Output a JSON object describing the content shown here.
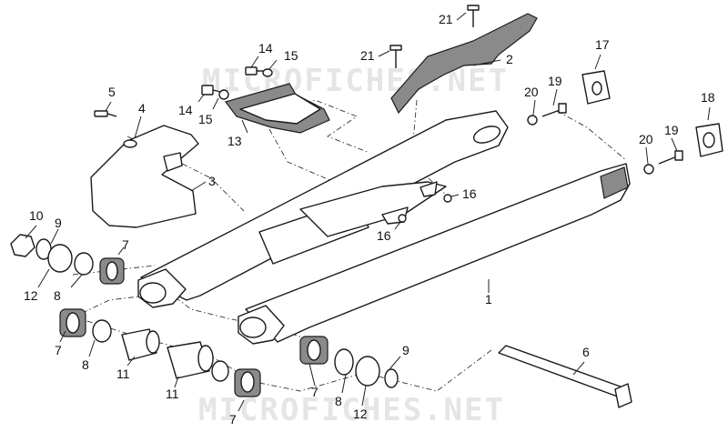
{
  "watermark": "MICROFICHES.NET",
  "callouts": [
    {
      "id": "c1",
      "text": "1"
    },
    {
      "id": "c2",
      "text": "2"
    },
    {
      "id": "c3",
      "text": "3"
    },
    {
      "id": "c4",
      "text": "4"
    },
    {
      "id": "c5",
      "text": "5"
    },
    {
      "id": "c6",
      "text": "6"
    },
    {
      "id": "c7a",
      "text": "7"
    },
    {
      "id": "c7b",
      "text": "7"
    },
    {
      "id": "c7c",
      "text": "7"
    },
    {
      "id": "c7d",
      "text": "7"
    },
    {
      "id": "c8a",
      "text": "8"
    },
    {
      "id": "c8b",
      "text": "8"
    },
    {
      "id": "c8c",
      "text": "8"
    },
    {
      "id": "c9a",
      "text": "9"
    },
    {
      "id": "c9b",
      "text": "9"
    },
    {
      "id": "c10",
      "text": "10"
    },
    {
      "id": "c11a",
      "text": "11"
    },
    {
      "id": "c11b",
      "text": "11"
    },
    {
      "id": "c12a",
      "text": "12"
    },
    {
      "id": "c12b",
      "text": "12"
    },
    {
      "id": "c13",
      "text": "13"
    },
    {
      "id": "c14a",
      "text": "14"
    },
    {
      "id": "c14b",
      "text": "14"
    },
    {
      "id": "c15a",
      "text": "15"
    },
    {
      "id": "c15b",
      "text": "15"
    },
    {
      "id": "c16a",
      "text": "16"
    },
    {
      "id": "c16b",
      "text": "16"
    },
    {
      "id": "c17",
      "text": "17"
    },
    {
      "id": "c18",
      "text": "18"
    },
    {
      "id": "c19a",
      "text": "19"
    },
    {
      "id": "c19b",
      "text": "19"
    },
    {
      "id": "c20a",
      "text": "20"
    },
    {
      "id": "c20b",
      "text": "20"
    },
    {
      "id": "c21a",
      "text": "21"
    },
    {
      "id": "c21b",
      "text": "21"
    }
  ]
}
